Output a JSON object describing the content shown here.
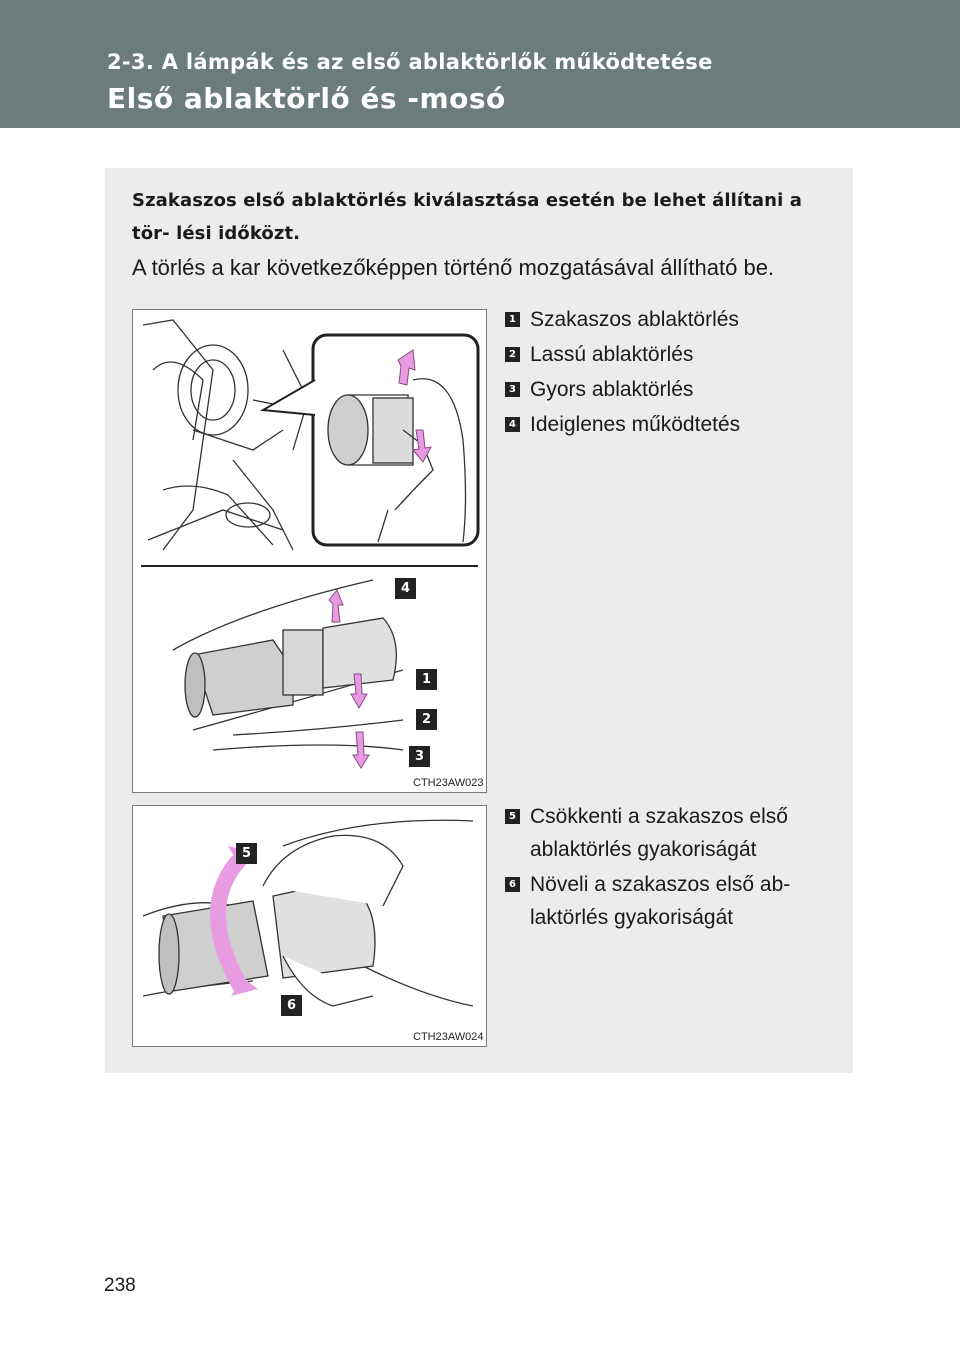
{
  "header": {
    "section": "2-3. A lámpák és az első ablaktörlők működtetése",
    "title": "Első ablaktörlő és -mosó"
  },
  "intro": "Szakaszos első ablaktörlés kiválasztása esetén be lehet állítani a tör- lési időközt.",
  "lead": "A törlés a kar következőképpen történő mozgatásával állítható be.",
  "figure1": {
    "code": "CTH23AW023",
    "callouts": [
      "4",
      "1",
      "2",
      "3"
    ]
  },
  "figure2": {
    "code": "CTH23AW024",
    "callouts": [
      "5",
      "6"
    ]
  },
  "legend1": [
    {
      "num": "1",
      "text": "Szakaszos ablaktörlés"
    },
    {
      "num": "2",
      "text": "Lassú ablaktörlés"
    },
    {
      "num": "3",
      "text": "Gyors ablaktörlés"
    },
    {
      "num": "4",
      "text": "Ideiglenes működtetés"
    }
  ],
  "legend2": [
    {
      "num": "5",
      "text": "Csökkenti a szakaszos első ablaktörlés gyakoriságát"
    },
    {
      "num": "6",
      "text": "Növeli a szakaszos első ab- laktörlés gyakoriságát"
    }
  ],
  "page_number": "238",
  "colors": {
    "header": "#6c7b7b",
    "panel": "#ececec",
    "arrow": "#e79be0"
  }
}
